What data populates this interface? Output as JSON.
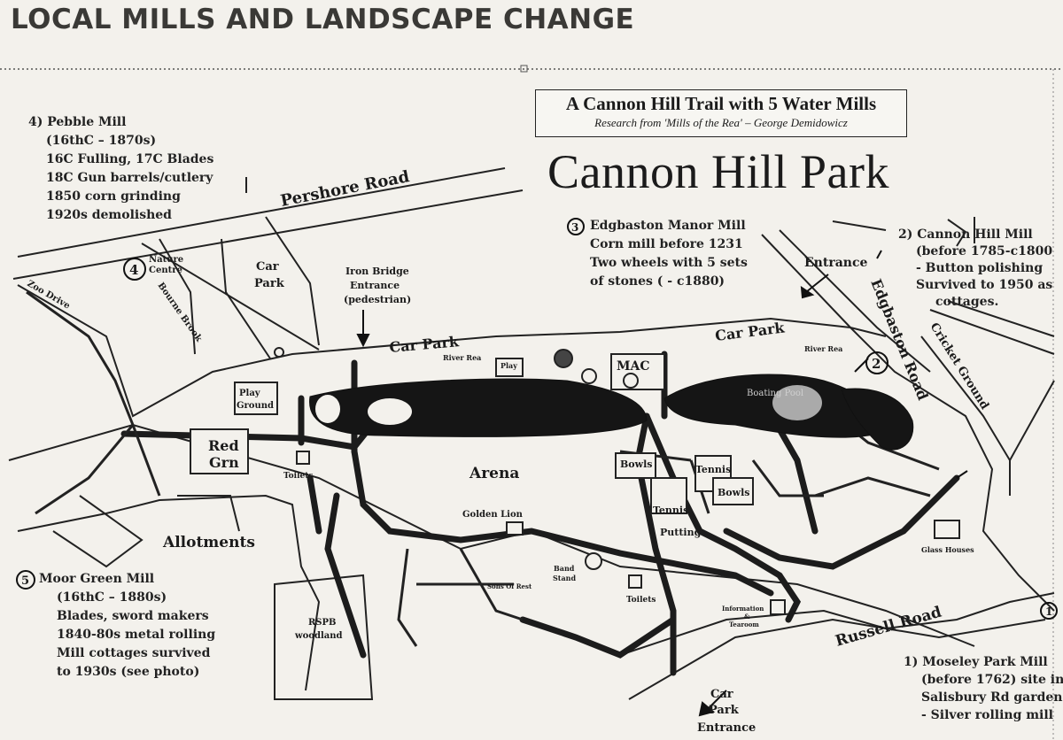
{
  "title": "LOCAL MILLS AND LANDSCAPE CHANGE",
  "trail": {
    "heading": "A Cannon Hill Trail with 5 Water Mills",
    "subheading": "Research from 'Mills of the Rea' – George Demidowicz"
  },
  "park_name": "Cannon Hill Park",
  "mills": {
    "pebble": {
      "lines": [
        "4) Pebble Mill",
        "(16thC – 1870s)",
        "16C Fulling, 17C Blades",
        "18C Gun barrels/cutlery",
        "1850 corn grinding",
        "1920s demolished"
      ],
      "marker": "4"
    },
    "edgbaston_manor": {
      "marker": "3",
      "lines": [
        "Edgbaston Manor Mill",
        "Corn mill before 1231",
        "Two wheels with 5 sets",
        "of stones ( - c1880)"
      ]
    },
    "cannon_hill": {
      "lines": [
        "2) Cannon Hill Mill",
        "(before 1785-c1800",
        "- Button polishing",
        "Survived to 1950 as",
        "cottages."
      ],
      "marker": "2"
    },
    "moor_green": {
      "marker": "5",
      "lines": [
        "Moor Green Mill",
        "(16thC – 1880s)",
        "Blades, sword makers",
        "1840-80s metal rolling",
        "Mill cottages survived",
        "to 1930s (see photo)"
      ]
    },
    "moseley_park": {
      "marker": "1",
      "lines": [
        "1) Moseley Park Mill",
        "(before 1762) site in",
        "Salisbury Rd garden",
        "- Silver rolling mill"
      ]
    }
  },
  "map_labels": {
    "pershore_road": "Pershore Road",
    "zoo_drive": "Zoo Drive",
    "nature_centre": [
      "Nature",
      "Centre"
    ],
    "bourne_brook": "Bourne Brook",
    "car_park_top": [
      "Car",
      "Park"
    ],
    "iron_bridge": [
      "Iron Bridge",
      "Entrance",
      "(pedestrian)"
    ],
    "car_park_1": "Car Park",
    "car_park_2": "Car Park",
    "river_rea_1": "River Rea",
    "river_rea_2": "River Rea",
    "entrance": "Entrance",
    "edgbaston_road": "Edgbaston Road",
    "cricket_ground": "Cricket Ground",
    "play_ground": [
      "Play",
      "Ground"
    ],
    "red_grn": [
      "Red",
      "Grn"
    ],
    "toilets_1": "Toilets",
    "toilets_2": "Toilets",
    "arena": "Arena",
    "mac": "MAC",
    "bowls_1": "Bowls",
    "bowls_2": "Bowls",
    "tennis_1": "Tennis",
    "tennis_2": "Tennis",
    "putting": "Putting",
    "boating_pool": "Boating Pool",
    "golden_lion": "Golden Lion",
    "band_stand": [
      "Band",
      "Stand"
    ],
    "allotments": "Allotments",
    "rspb": [
      "RSPB",
      "woodland"
    ],
    "information": [
      "Information",
      "&",
      "Tearoom"
    ],
    "russell_road": "Russell Road",
    "glass_houses": "Glass Houses",
    "car_park_entrance": [
      "Car",
      "Park",
      "Entrance"
    ],
    "sons_of_rest": "Sons Of Rest",
    "play": "Play"
  }
}
